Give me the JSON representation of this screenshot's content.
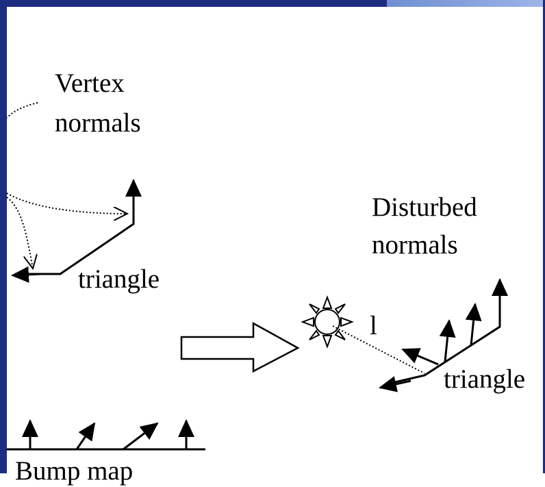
{
  "labels": {
    "vertex_normals": [
      "Vertex",
      "normals"
    ],
    "triangle_left": "triangle",
    "disturbed_normals": [
      "Disturbed",
      "normals"
    ],
    "light_label": "l",
    "triangle_right": "triangle",
    "bump_map": "Bump map"
  }
}
